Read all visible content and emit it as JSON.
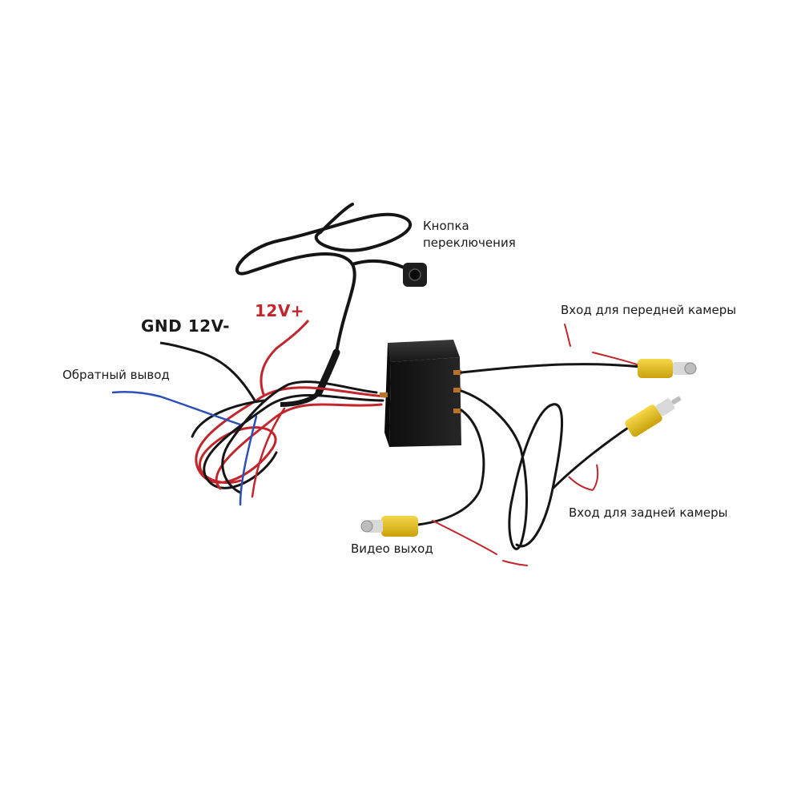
{
  "labels": {
    "switch_button": "Кнопка переключения",
    "gnd": "GND 12V-",
    "power_plus": "12V+",
    "reverse_output": "Обратный вывод",
    "front_camera_input": "Вход для передней камеры",
    "rear_camera_input": "Вход для задней камеры",
    "video_output": "Видео выход"
  },
  "colors": {
    "wire_black": "#151515",
    "wire_red": "#c0262c",
    "wire_blue": "#2c4fb8",
    "rca_yellow": "#e8c21a",
    "rca_silver": "#d9d9d9",
    "box_body": "#1c1c1c",
    "label_red": "#c0262c"
  }
}
